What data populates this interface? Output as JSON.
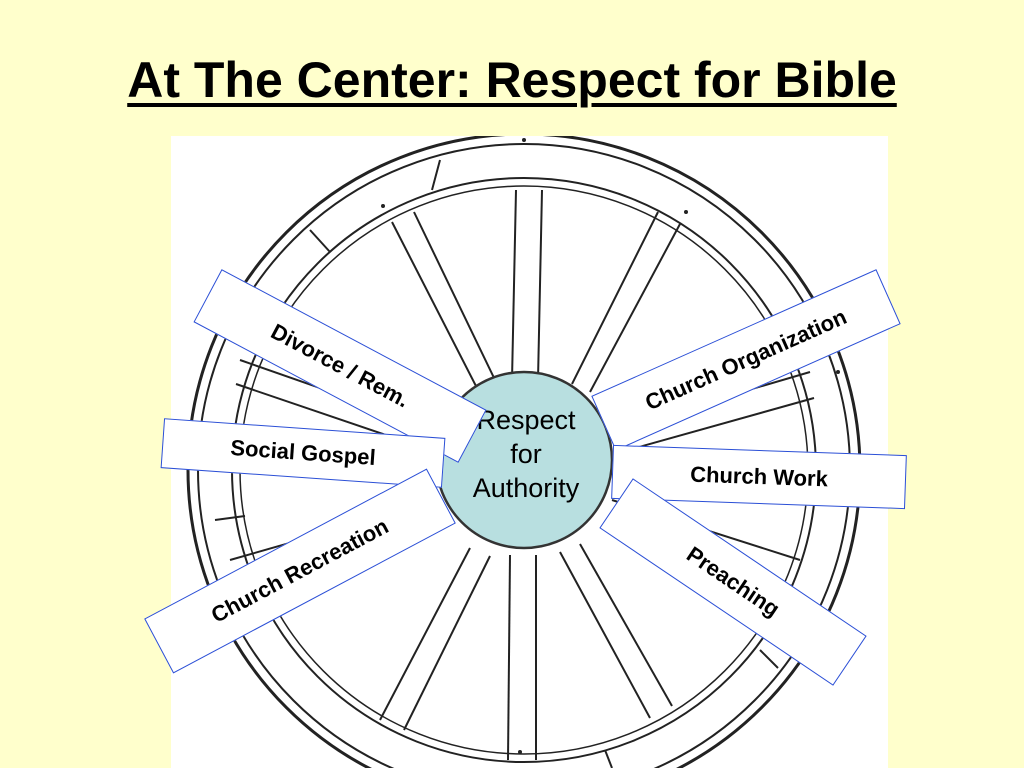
{
  "title": "At The Center: Respect for Bible",
  "hub": {
    "lines": [
      "Respect",
      "for",
      "Authority"
    ],
    "fill": "#b8dfe0"
  },
  "spokes": [
    {
      "name": "divorce",
      "label": "Divorce / Rem."
    },
    {
      "name": "social-gospel",
      "label": "Social Gospel"
    },
    {
      "name": "church-recreation",
      "label": "Church Recreation"
    },
    {
      "name": "church-organization",
      "label": "Church Organization"
    },
    {
      "name": "church-work",
      "label": "Church Work"
    },
    {
      "name": "preaching",
      "label": "Preaching"
    }
  ],
  "colors": {
    "background": "#ffffcc",
    "label_border": "#2b4fd6",
    "hub_fill": "#b8dfe0"
  }
}
